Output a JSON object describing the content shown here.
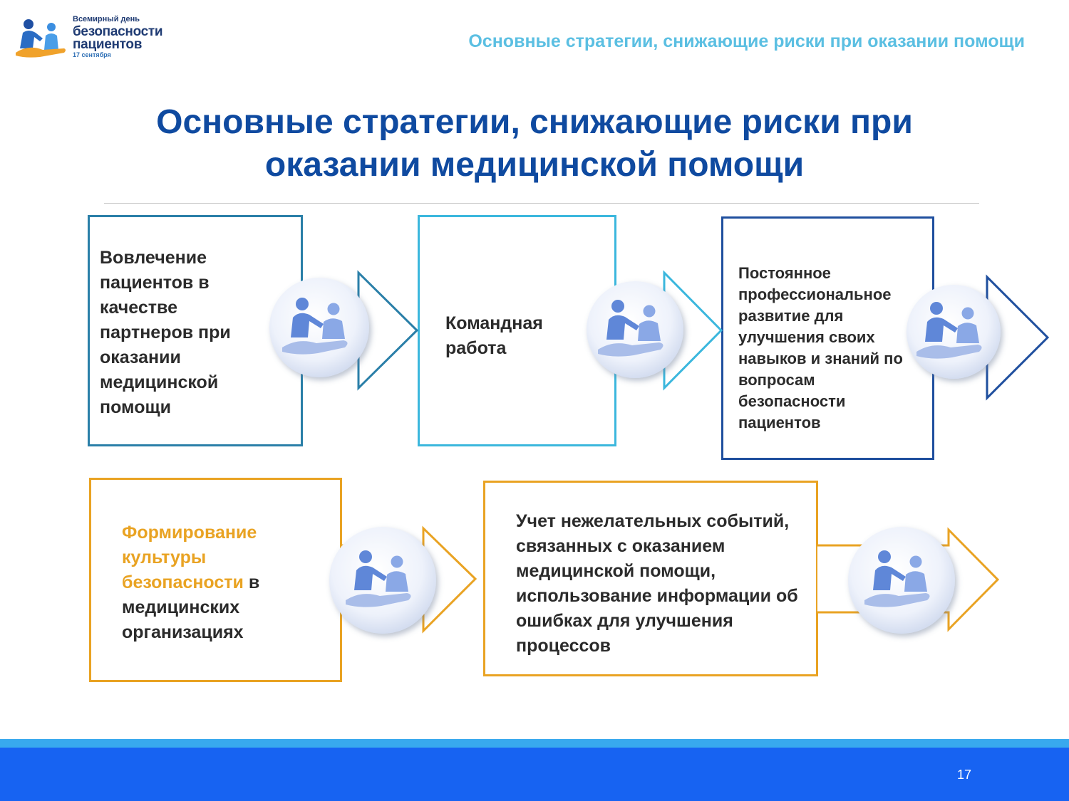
{
  "header": {
    "logo": {
      "line1": "Всемирный день",
      "line2": "безопасности",
      "line3": "пациентов",
      "line4": "17 сентября"
    },
    "title": "Основные стратегии, снижающие риски при оказании помощи"
  },
  "main": {
    "title_line1": "Основные стратегии, снижающие риски при",
    "title_line2": "оказании медицинской помощи"
  },
  "steps": [
    {
      "text": "Вовлечение пациентов в качестве партнеров при оказании медицинской помощи",
      "color": "#2a7fa8",
      "icon": "people-icon"
    },
    {
      "text": "Командная работа",
      "color": "#3bb7dd",
      "icon": "people-icon"
    },
    {
      "text": "Постоянное профессиональное развитие для улучшения своих навыков и знаний по вопросам безопасности пациентов",
      "color": "#1f4f9e",
      "icon": "people-icon"
    },
    {
      "text_accent": "Формирование культуры безопасности",
      "text_rest": " в медицинских организациях",
      "color": "#e9a323",
      "icon": "people-icon"
    },
    {
      "text": "Учет нежелательных событий, связанных с оказанием медицинской помощи, использование информации об ошибках для улучшения процессов",
      "color": "#e9a323",
      "icon": "people-icon"
    }
  ],
  "footer": {
    "page_number": "17",
    "strip_color": "#38a9ee",
    "bar_color": "#1763f2"
  }
}
